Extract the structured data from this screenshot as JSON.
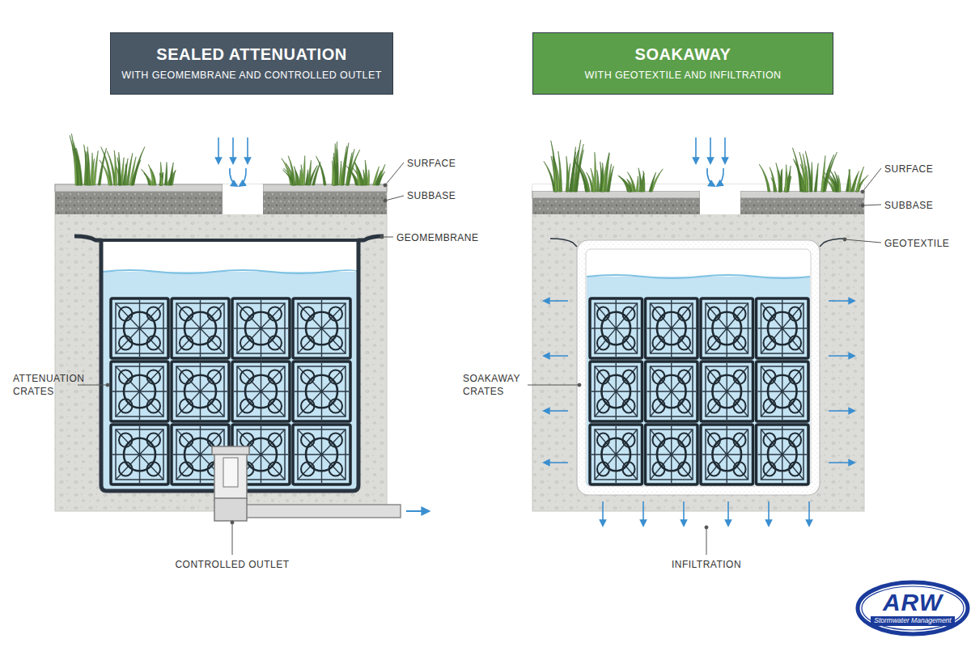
{
  "diagram": {
    "nodes": [
      {
        "text": [
          "SEALED ATTENUATION",
          "WITH GEOMEMBRANE AND CONTROLLED OUTLET"
        ]
      },
      {
        "text": [
          "SOAKAWAY",
          "WITH GEOTEXTILE AND INFILTRATION"
        ]
      },
      {
        "text": [
          "ARW",
          "Stormwater Management"
        ]
      }
    ],
    "labels": [
      "SURFACE",
      "SUBBASE",
      "GEOMEMBRANE",
      "ATTENUATION CRATES",
      "CONTROLLED OUTLET",
      "SURFACE",
      "SUBBASE",
      "GEOTEXTILE",
      "SOAKAWAY CRATES",
      "INFILTRATION"
    ]
  }
}
